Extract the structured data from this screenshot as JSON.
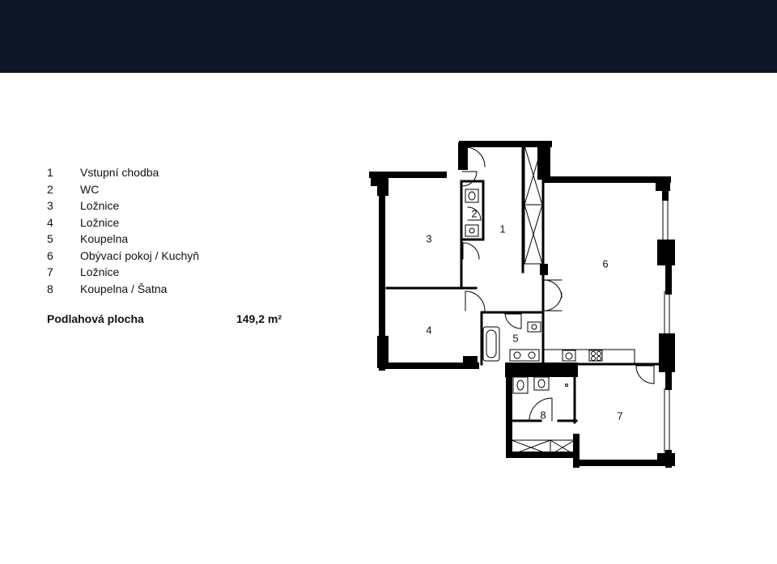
{
  "header": {
    "bar_color": "#0d1526"
  },
  "legend": {
    "rooms": [
      {
        "number": "1",
        "name": "Vstupní chodba"
      },
      {
        "number": "2",
        "name": "WC"
      },
      {
        "number": "3",
        "name": "Ložnice"
      },
      {
        "number": "4",
        "name": "Ložnice"
      },
      {
        "number": "5",
        "name": "Koupelna"
      },
      {
        "number": "6",
        "name": "Obývací pokoj / Kuchyň"
      },
      {
        "number": "7",
        "name": "Ložnice"
      },
      {
        "number": "8",
        "name": "Koupelna / Šatna"
      }
    ]
  },
  "area": {
    "label": "Podlahová plocha",
    "value": "149,2 m²"
  },
  "plan": {
    "room_labels": [
      "1",
      "2",
      "3",
      "4",
      "5",
      "6",
      "7",
      "8"
    ]
  }
}
